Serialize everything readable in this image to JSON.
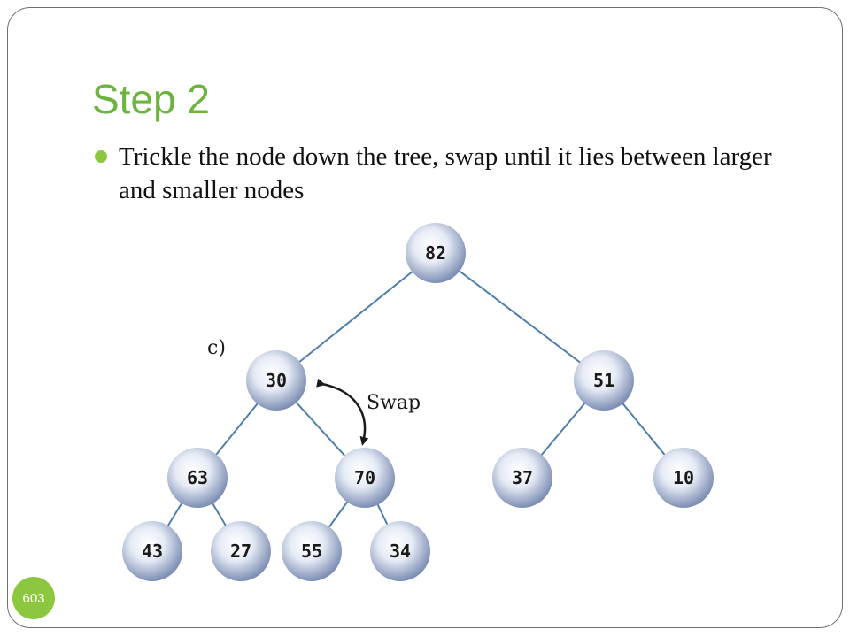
{
  "slide": {
    "title": "Step 2",
    "bullet": "Trickle the node down the tree, swap until it lies between larger and smaller nodes",
    "page_number": "603"
  },
  "diagram": {
    "panel_label": "c)",
    "swap_label": "Swap",
    "nodes": [
      {
        "id": "n82",
        "label": "82"
      },
      {
        "id": "n30",
        "label": "30"
      },
      {
        "id": "n51",
        "label": "51"
      },
      {
        "id": "n63",
        "label": "63"
      },
      {
        "id": "n70",
        "label": "70"
      },
      {
        "id": "n37",
        "label": "37"
      },
      {
        "id": "n10",
        "label": "10"
      },
      {
        "id": "n43",
        "label": "43"
      },
      {
        "id": "n27",
        "label": "27"
      },
      {
        "id": "n55",
        "label": "55"
      },
      {
        "id": "n34",
        "label": "34"
      }
    ],
    "edges": [
      [
        "n82",
        "n30"
      ],
      [
        "n82",
        "n51"
      ],
      [
        "n30",
        "n63"
      ],
      [
        "n30",
        "n70"
      ],
      [
        "n51",
        "n37"
      ],
      [
        "n51",
        "n10"
      ],
      [
        "n63",
        "n43"
      ],
      [
        "n63",
        "n27"
      ],
      [
        "n70",
        "n55"
      ],
      [
        "n70",
        "n34"
      ]
    ],
    "colors": {
      "edge": "#4f7fa8",
      "node_light": "#ffffff",
      "node_dark": "#7d8fb4"
    }
  }
}
